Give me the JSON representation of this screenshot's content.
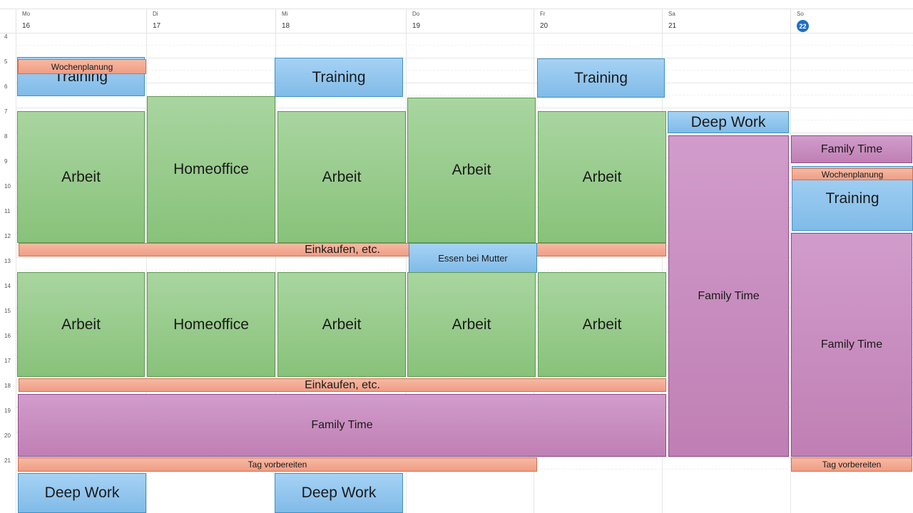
{
  "days": [
    {
      "name": "Mo",
      "num": "16",
      "today": false
    },
    {
      "name": "Di",
      "num": "17",
      "today": false
    },
    {
      "name": "Mi",
      "num": "18",
      "today": false
    },
    {
      "name": "Do",
      "num": "19",
      "today": false
    },
    {
      "name": "Fr",
      "num": "20",
      "today": false
    },
    {
      "name": "Sa",
      "num": "21",
      "today": false
    },
    {
      "name": "So",
      "num": "22",
      "today": true
    }
  ],
  "hours": [
    "4",
    "5",
    "6",
    "7",
    "8",
    "9",
    "10",
    "11",
    "12",
    "13",
    "14",
    "15",
    "16",
    "17",
    "18",
    "19",
    "20",
    "21"
  ],
  "events": [
    {
      "id": "mo-training-am",
      "title": "Training",
      "color": "blue"
    },
    {
      "id": "mo-wochenplanung",
      "title": "Wochenplanung",
      "color": "orange"
    },
    {
      "id": "mi-training-am",
      "title": "Training",
      "color": "blue"
    },
    {
      "id": "fr-training-am",
      "title": "Training",
      "color": "blue"
    },
    {
      "id": "mo-arbeit-am",
      "title": "Arbeit",
      "color": "green"
    },
    {
      "id": "di-homeoffice-am",
      "title": "Homeoffice",
      "color": "green"
    },
    {
      "id": "mi-arbeit-am",
      "title": "Arbeit",
      "color": "green"
    },
    {
      "id": "do-arbeit-am",
      "title": "Arbeit",
      "color": "green"
    },
    {
      "id": "fr-arbeit-am",
      "title": "Arbeit",
      "color": "green"
    },
    {
      "id": "sa-deep-work",
      "title": "Deep Work",
      "color": "blue"
    },
    {
      "id": "sa-family-time",
      "title": "Family Time",
      "color": "purple"
    },
    {
      "id": "so-family-time-am",
      "title": "Family Time",
      "color": "purple"
    },
    {
      "id": "so-training",
      "title": "Training",
      "color": "blue"
    },
    {
      "id": "so-wochenplanung",
      "title": "Wochenplanung",
      "color": "orange"
    },
    {
      "id": "so-family-time-pm",
      "title": "Family Time",
      "color": "purple"
    },
    {
      "id": "so-tag-vorbereiten",
      "title": "Tag vorbereiten",
      "color": "orange"
    },
    {
      "id": "einkaufen-noon",
      "title": "Einkaufen, etc.",
      "color": "orange"
    },
    {
      "id": "do-essen-bei-mutter",
      "title": "Essen bei Mutter",
      "color": "blue"
    },
    {
      "id": "mo-arbeit-pm",
      "title": "Arbeit",
      "color": "green"
    },
    {
      "id": "di-homeoffice-pm",
      "title": "Homeoffice",
      "color": "green"
    },
    {
      "id": "mi-arbeit-pm",
      "title": "Arbeit",
      "color": "green"
    },
    {
      "id": "do-arbeit-pm",
      "title": "Arbeit",
      "color": "green"
    },
    {
      "id": "fr-arbeit-pm",
      "title": "Arbeit",
      "color": "green"
    },
    {
      "id": "einkaufen-evening",
      "title": "Einkaufen, etc.",
      "color": "orange"
    },
    {
      "id": "weekday-family-time",
      "title": "Family Time",
      "color": "purple"
    },
    {
      "id": "tag-vorbereiten-weekdays",
      "title": "Tag vorbereiten",
      "color": "orange"
    },
    {
      "id": "mo-deep-work",
      "title": "Deep Work",
      "color": "blue"
    },
    {
      "id": "mi-deep-work",
      "title": "Deep Work",
      "color": "blue"
    }
  ],
  "colors": {
    "green": "#9ccc8f",
    "blue": "#93c6ee",
    "purple": "#c98dc0",
    "orange": "#f4ab93",
    "today": "#1f6fc5"
  }
}
